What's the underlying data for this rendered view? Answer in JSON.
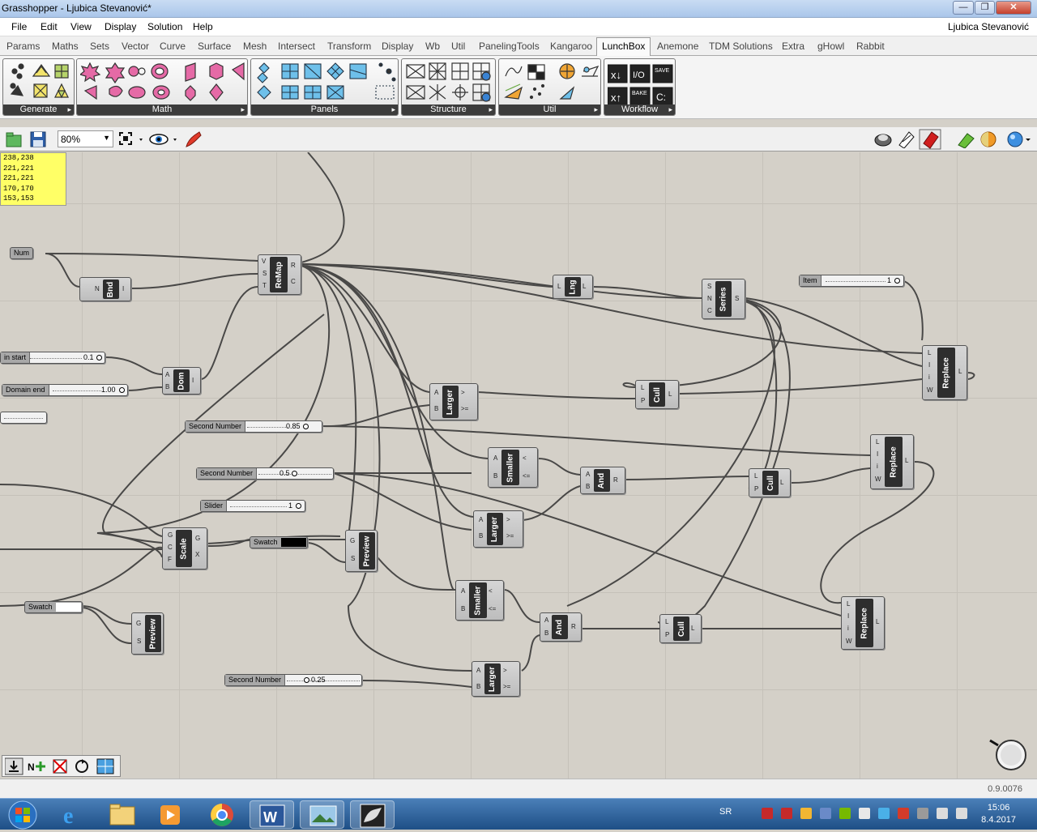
{
  "window": {
    "title": "Grasshopper - Ljubica Stevanović*",
    "buttons": {
      "minimize": "—",
      "maximize": "❐",
      "close": "✕"
    }
  },
  "menubar": {
    "items": [
      "File",
      "Edit",
      "View",
      "Display",
      "Solution",
      "Help"
    ],
    "user": "Ljubica Stevanović"
  },
  "tabs": {
    "items": [
      "Params",
      "Maths",
      "Sets",
      "Vector",
      "Curve",
      "Surface",
      "Mesh",
      "Intersect",
      "Transform",
      "Display",
      "Wb",
      "Util",
      "PanelingTools",
      "Kangaroo",
      "LunchBox",
      "Anemone",
      "TDM Solutions",
      "Extra",
      "gHowl",
      "Rabbit"
    ],
    "active": "LunchBox"
  },
  "ribbon": {
    "panels": [
      {
        "label": "Generate"
      },
      {
        "label": "Math"
      },
      {
        "label": "Panels"
      },
      {
        "label": "Structure"
      },
      {
        "label": "Util"
      },
      {
        "label": "Workflow"
      }
    ],
    "workflow_labels": {
      "save": "SAVE",
      "bake": "BAKE",
      "io": "I/O",
      "c": "C:"
    }
  },
  "toolbar": {
    "zoom": "80%"
  },
  "canvas": {
    "panel_lines": [
      "238,238",
      "221,221",
      "221,221",
      "170,170",
      "153,153"
    ],
    "tags": {
      "num": "Num",
      "swatch1": "Swatch",
      "swatch2": "Swatch"
    },
    "sliders": {
      "domain_start": {
        "name": "in start",
        "value": "0.1"
      },
      "domain_end": {
        "name": "Domain end",
        "value": "1.00"
      },
      "second1": {
        "name": "Second Number",
        "value": "0.85"
      },
      "second2": {
        "name": "Second Number",
        "value": "0.5"
      },
      "slider": {
        "name": "Slider",
        "value": "1"
      },
      "second3": {
        "name": "Second Number",
        "value": "0.25"
      },
      "item": {
        "name": "Item",
        "value": "1"
      }
    },
    "components": {
      "bnd": "Bnd",
      "remap": "ReMap",
      "dom": "Dom",
      "lng": "Lng",
      "series": "Series",
      "replace1": "Replace",
      "cull1": "Cull",
      "larger1": "Larger",
      "smaller1": "Smaller",
      "and1": "And",
      "cull2": "Cull",
      "replace2": "Replace",
      "larger2": "Larger",
      "scale": "Scale",
      "preview1": "Preview",
      "preview2": "Preview",
      "smaller2": "Smaller",
      "and2": "And",
      "cull3": "Cull",
      "replace3": "Replace",
      "larger3": "Larger"
    }
  },
  "status": {
    "version": "0.9.0076"
  },
  "taskbar": {
    "lang": "SR",
    "time": "15:06",
    "date": "8.4.2017"
  },
  "colors": {
    "canvas": "#d4d0c8",
    "panel_note": "#ffff66",
    "component_body": "#2e2e2e",
    "taskbar": "#1e4f86"
  }
}
